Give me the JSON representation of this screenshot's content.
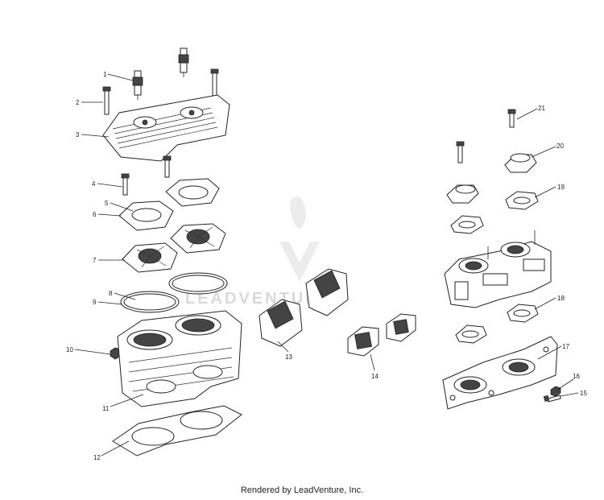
{
  "watermark": {
    "text": "LEADVENTURE"
  },
  "footer": {
    "text": "Rendered by LeadVenture, Inc."
  },
  "callouts": [
    "1",
    "2",
    "3",
    "4",
    "5",
    "6",
    "7",
    "8",
    "9",
    "10",
    "11",
    "12",
    "13",
    "14",
    "15",
    "16",
    "17",
    "18",
    "19",
    "20",
    "21"
  ]
}
